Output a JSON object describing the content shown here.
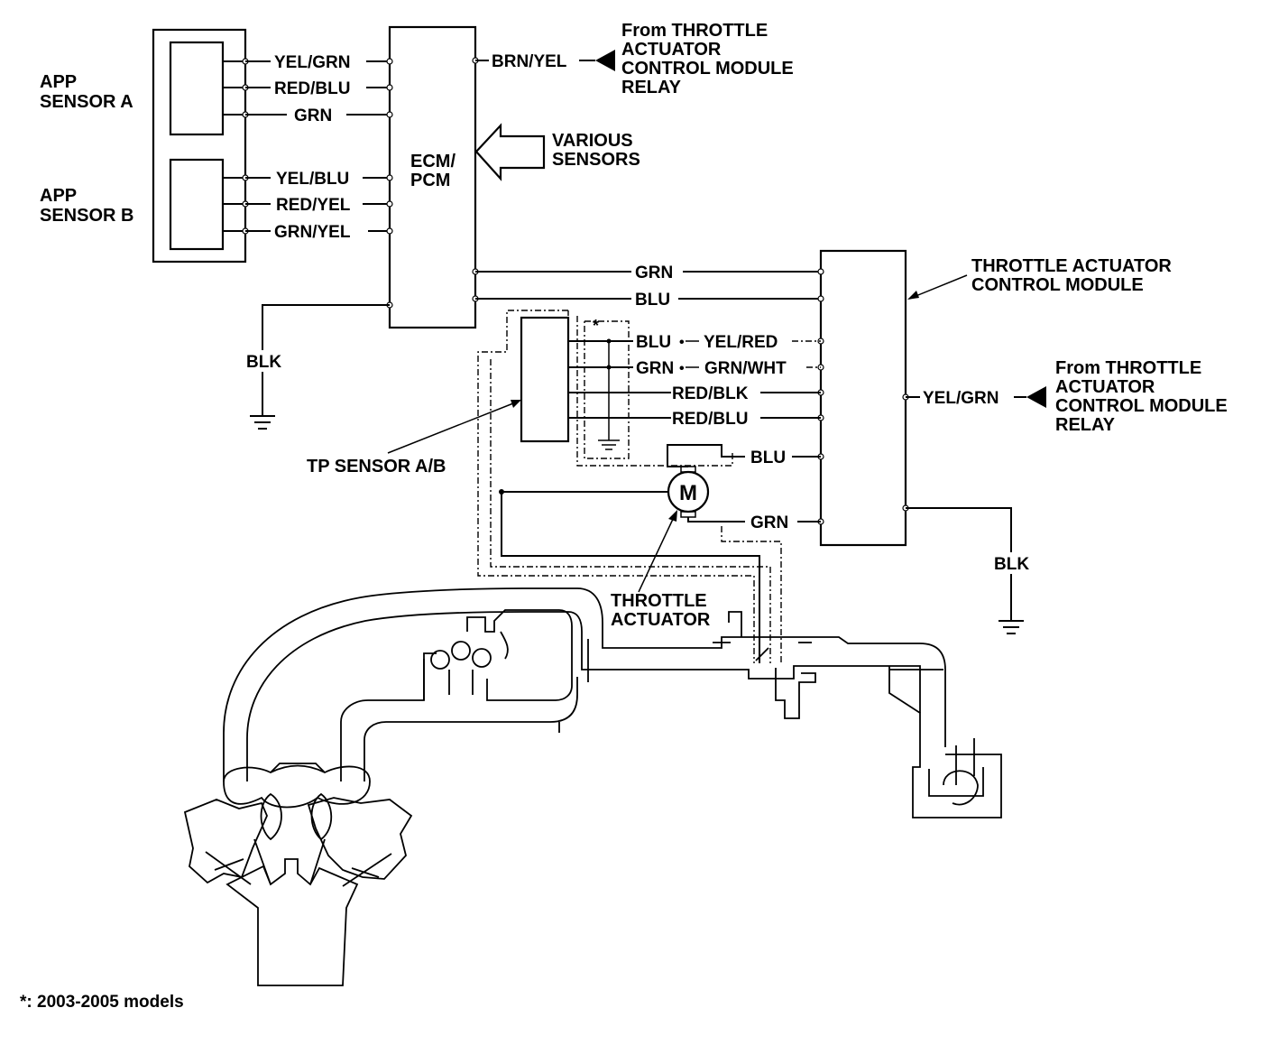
{
  "labels": {
    "app_sensor_a": [
      "APP",
      "SENSOR A"
    ],
    "app_sensor_b": [
      "APP",
      "SENSOR B"
    ],
    "ecm": [
      "ECM/",
      "PCM"
    ],
    "various_sensors": [
      "VARIOUS",
      "SENSORS"
    ],
    "tacm_relay_top": [
      "From THROTTLE",
      "ACTUATOR",
      "CONTROL MODULE",
      "RELAY"
    ],
    "tacm": [
      "THROTTLE ACTUATOR",
      "CONTROL MODULE"
    ],
    "tacm_relay_right": [
      "From THROTTLE",
      "ACTUATOR",
      "CONTROL MODULE",
      "RELAY"
    ],
    "tp_sensor": "TP SENSOR A/B",
    "throttle_actuator": [
      "THROTTLE",
      "ACTUATOR"
    ],
    "motor_symbol": "M",
    "star_mark": "*",
    "footnote": "*: 2003-2005 models"
  },
  "wires": {
    "app_a": [
      "YEL/GRN",
      "RED/BLU",
      "GRN"
    ],
    "app_b": [
      "YEL/BLU",
      "RED/YEL",
      "GRN/YEL"
    ],
    "ecm_ground": "BLK",
    "relay_top": "BRN/YEL",
    "ecm_to_tacm": [
      "GRN",
      "BLU"
    ],
    "tp_left": [
      "BLU",
      "GRN"
    ],
    "tp_right": [
      "YEL/RED",
      "GRN/WHT"
    ],
    "tp_other": [
      "RED/BLK",
      "RED/BLU"
    ],
    "motor": [
      "BLU",
      "GRN"
    ],
    "relay_right": "YEL/GRN",
    "tacm_ground": "BLK"
  }
}
